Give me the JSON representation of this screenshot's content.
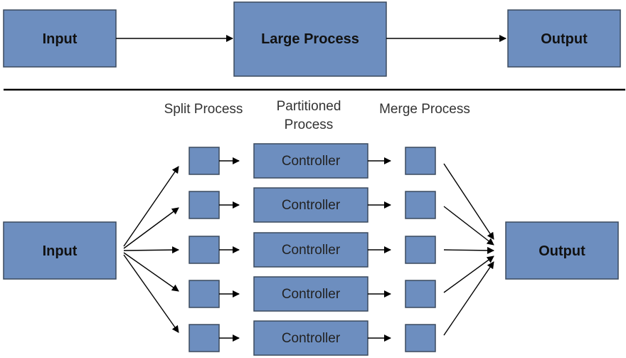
{
  "top_flow": {
    "input_label": "Input",
    "process_label": "Large Process",
    "output_label": "Output"
  },
  "bottom_flow": {
    "headings": {
      "split": "Split Process",
      "partitioned_line1": "Partitioned",
      "partitioned_line2": "Process",
      "merge": "Merge Process"
    },
    "input_label": "Input",
    "output_label": "Output",
    "controllers": [
      "Controller",
      "Controller",
      "Controller",
      "Controller",
      "Controller"
    ]
  },
  "colors": {
    "box_fill": "#6d8ebf",
    "box_stroke": "#3b4a5e"
  }
}
